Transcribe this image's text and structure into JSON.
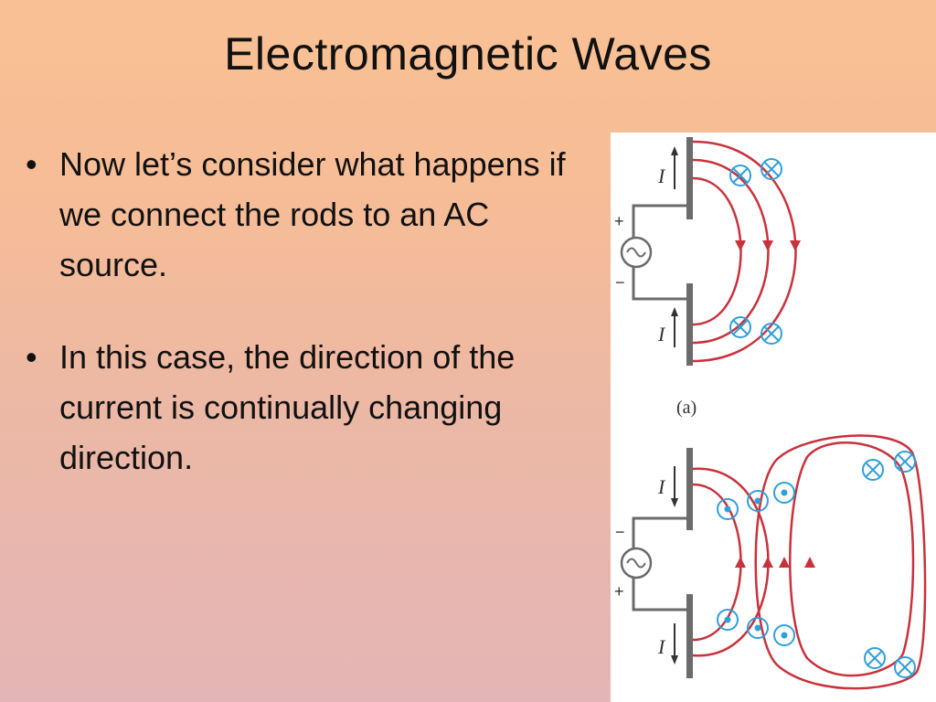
{
  "slide": {
    "title": "Electromagnetic Waves",
    "bullets": [
      "Now let’s consider what happens if we connect the rods to an AC source.",
      "In this case, the direction of the current is continually changing direction."
    ],
    "bullet_symbol": "•"
  },
  "figure": {
    "panel_a": {
      "current_label_top": "I",
      "current_label_bottom": "I",
      "terminal_top": "+",
      "terminal_bottom": "−",
      "caption": "(a)"
    },
    "panel_b": {
      "current_label_top": "I",
      "current_label_bottom": "I",
      "terminal_top": "−",
      "terminal_bottom": "+"
    },
    "colors": {
      "field_line": "#c8323c",
      "magnetic_symbol": "#2f9fd8",
      "rod": "#6b6b6b"
    }
  }
}
